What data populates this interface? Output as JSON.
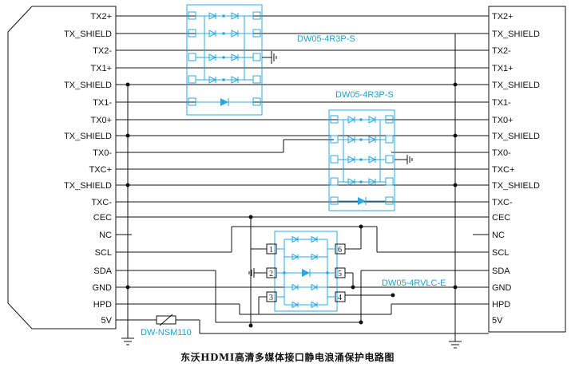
{
  "title": "东沃HDMI高清多媒体接口静电浪涌保护电路图",
  "left_pins": [
    "TX2+",
    "TX_SHIELD",
    "TX2-",
    "TX1+",
    "TX_SHIELD",
    "TX1-",
    "TX0+",
    "TX_SHIELD",
    "TX0-",
    "TXC+",
    "TX_SHIELD",
    "TXC-",
    "CEC",
    "NC",
    "SCL",
    "SDA",
    "GND",
    "HPD",
    "5V"
  ],
  "right_pins": [
    "TX2+",
    "TX_SHIELD",
    "TX2-",
    "TX1+",
    "TX_SHIELD",
    "TX1-",
    "TX0+",
    "TX_SHIELD",
    "TX0-",
    "TXC+",
    "TX_SHIELD",
    "TXC-",
    "CEC",
    "NC",
    "SCL",
    "SDA",
    "GND",
    "HPD",
    "5V"
  ],
  "parts": {
    "ic1": "DW05-4R3P-S",
    "ic2": "DW05-4R3P-S",
    "ic3": "DW05-4RVLC-E",
    "fuse": "DW-NSM110"
  },
  "ic3_pins": {
    "p1": "1",
    "p2": "2",
    "p3": "3",
    "p4": "4",
    "p5": "5",
    "p6": "6"
  },
  "colors": {
    "component": "#29a8e0",
    "wire": "#111111"
  }
}
